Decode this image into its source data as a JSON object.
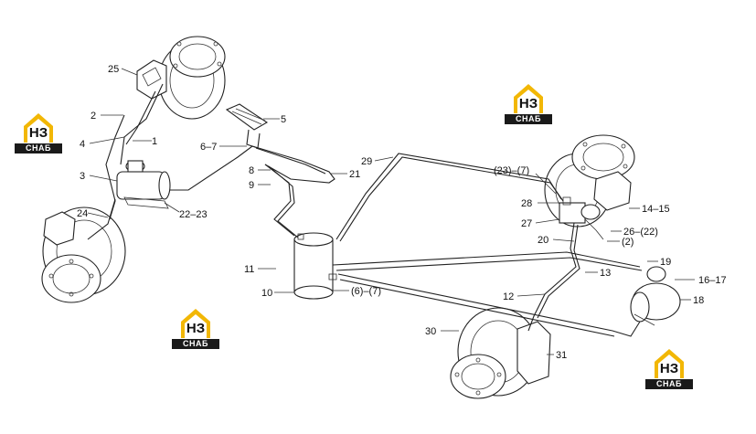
{
  "logo": {
    "mark": "НЗ",
    "caption": "СНАБ",
    "accent_color": "#f2b705",
    "dark_color": "#1a1a1a"
  },
  "labels": {
    "l25": "25",
    "l2": "2",
    "l1": "1",
    "l4": "4",
    "l3": "3",
    "l24": "24",
    "l2223": "22–23",
    "l5": "5",
    "l67": "6–7",
    "l8": "8",
    "l9": "9",
    "l21": "21",
    "l29": "29",
    "l11": "11",
    "l10": "10",
    "l6_7": "(6)–(7)",
    "l23_7": "(23)–(7)",
    "l28": "28",
    "l1415": "14–15",
    "l27": "27",
    "l2622": "26–(22)",
    "l20": "20",
    "lp2": "(2)",
    "l19": "19",
    "l13": "13",
    "l1617": "16–17",
    "l12": "12",
    "l18": "18",
    "l30": "30",
    "l31": "31"
  }
}
